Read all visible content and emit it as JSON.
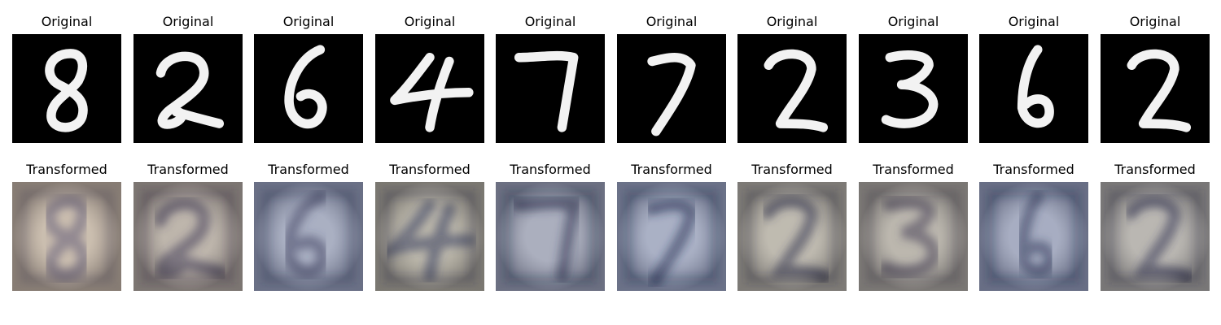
{
  "figure": {
    "rows": [
      {
        "row_id": "original",
        "background": "#000000",
        "stroke": "#f2f2f2"
      },
      {
        "row_id": "transformed"
      }
    ],
    "columns": [
      {
        "digit": "8",
        "original_label": "Original",
        "transformed_label": "Transformed",
        "tint": "#b9a894",
        "ink": "#5a4f62"
      },
      {
        "digit": "2",
        "original_label": "Original",
        "transformed_label": "Transformed",
        "tint": "#a89d90",
        "ink": "#3a2f45"
      },
      {
        "digit": "6",
        "original_label": "Original",
        "transformed_label": "Transformed",
        "tint": "#8d95ae",
        "ink": "#2e3558"
      },
      {
        "digit": "4",
        "original_label": "Original",
        "transformed_label": "Transformed",
        "tint": "#a6a08f",
        "ink": "#2b2f4a"
      },
      {
        "digit": "7",
        "original_label": "Original",
        "transformed_label": "Transformed",
        "tint": "#8f94a8",
        "ink": "#1f2547"
      },
      {
        "digit": "7",
        "original_label": "Original",
        "transformed_label": "Transformed",
        "tint": "#8e97b2",
        "ink": "#1d2650"
      },
      {
        "digit": "2",
        "original_label": "Original",
        "transformed_label": "Transformed",
        "tint": "#aaa496",
        "ink": "#2d2a3d"
      },
      {
        "digit": "3",
        "original_label": "Original",
        "transformed_label": "Transformed",
        "tint": "#a59f93",
        "ink": "#3b3444"
      },
      {
        "digit": "6",
        "original_label": "Original",
        "transformed_label": "Transformed",
        "tint": "#8a92ad",
        "ink": "#222a52"
      },
      {
        "digit": "2",
        "original_label": "Original",
        "transformed_label": "Transformed",
        "tint": "#a39f98",
        "ink": "#2a2d45"
      }
    ]
  }
}
